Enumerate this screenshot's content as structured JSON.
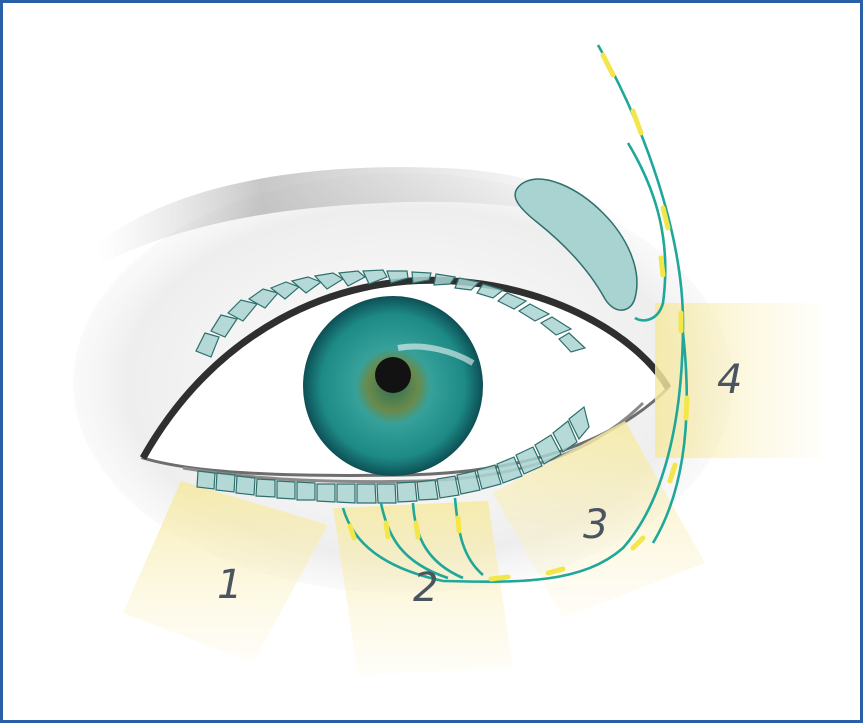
{
  "diagram": {
    "regions": [
      {
        "label": "1"
      },
      {
        "label": "2"
      },
      {
        "label": "3"
      },
      {
        "label": "4"
      }
    ]
  },
  "colors": {
    "border": "#2a5fa8",
    "gland": "#a8d3d0",
    "gland_stroke": "#2f6f6c",
    "duct": "#1fa79a",
    "duct_highlight": "#f3e64a",
    "zone": "#f7eeb0",
    "iris": "#1f8a86"
  }
}
